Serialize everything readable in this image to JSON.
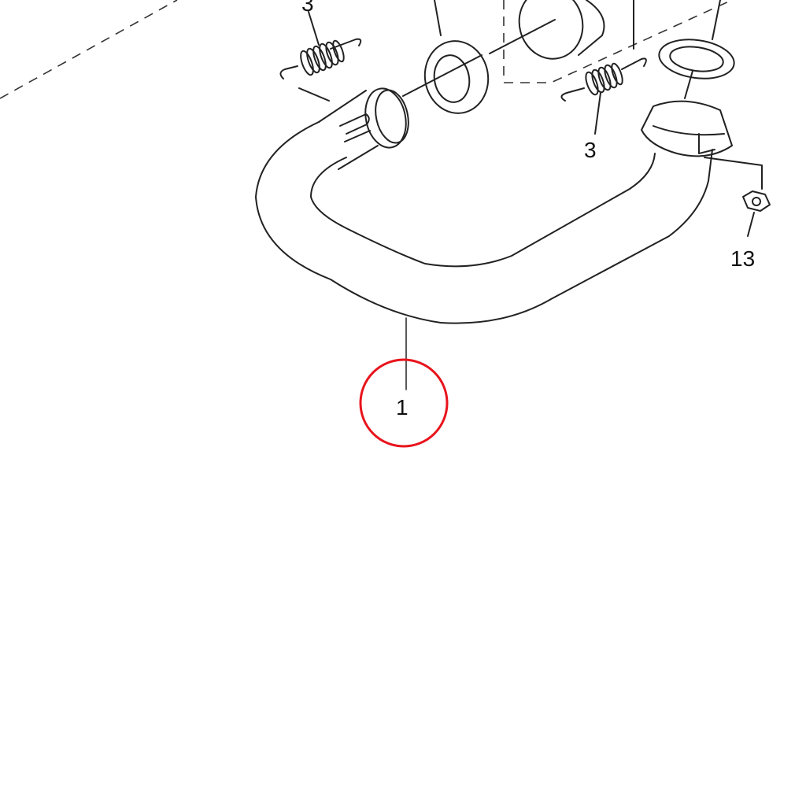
{
  "diagram": {
    "callouts": {
      "spring_left": "3",
      "spring_right": "3",
      "nut": "13",
      "exhaust_pipe": "1"
    },
    "highlight_color": "#e8141c"
  }
}
